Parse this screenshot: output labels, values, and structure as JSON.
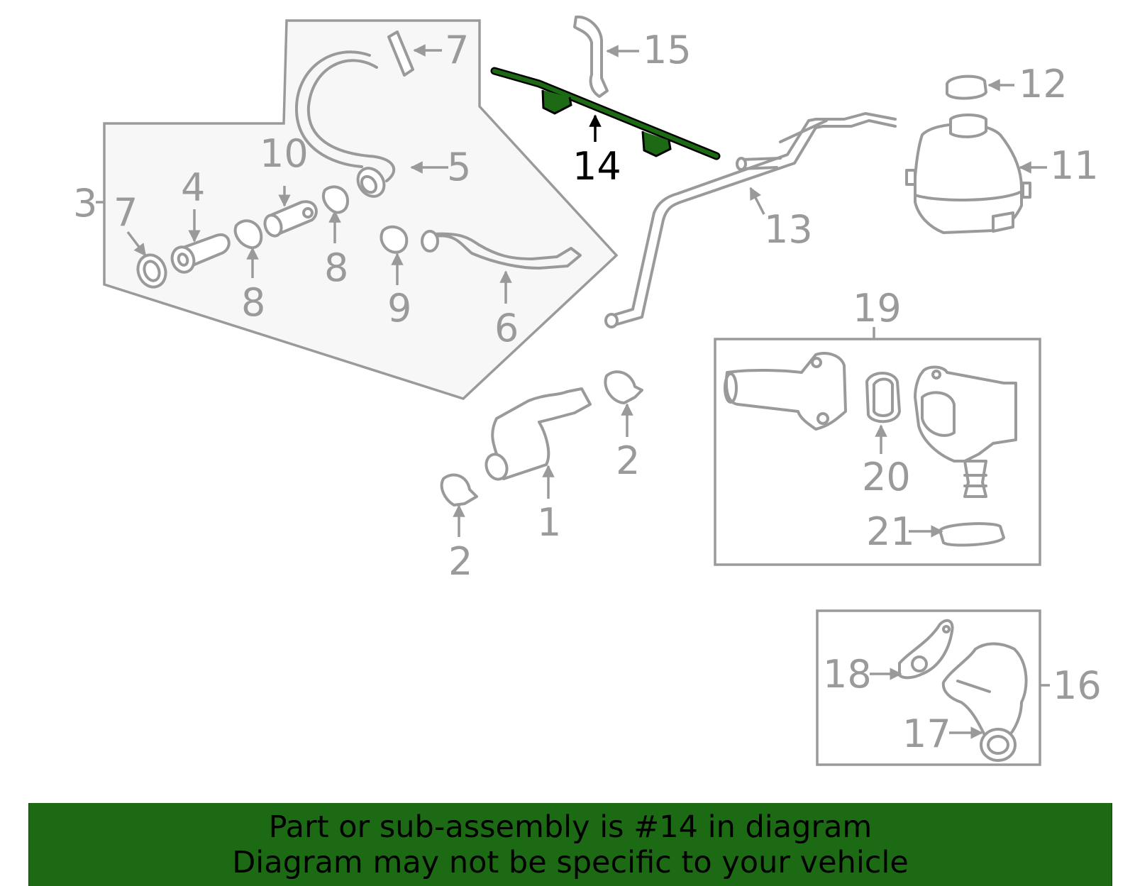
{
  "highlight_color": "#1c6b14",
  "part_color": "#9a9a9a",
  "callouts": {
    "c1": "1",
    "c2a": "2",
    "c2b": "2",
    "c3": "3",
    "c4": "4",
    "c5": "5",
    "c6": "6",
    "c7a": "7",
    "c7b": "7",
    "c8a": "8",
    "c8b": "8",
    "c9": "9",
    "c10": "10",
    "c11": "11",
    "c12": "12",
    "c13": "13",
    "c14": "14",
    "c15": "15",
    "c16": "16",
    "c17": "17",
    "c18": "18",
    "c19": "19",
    "c20": "20",
    "c21": "21"
  },
  "banner": {
    "line1": "Part or sub-assembly is #14 in diagram",
    "line2": "Diagram may not be specific to your vehicle"
  }
}
